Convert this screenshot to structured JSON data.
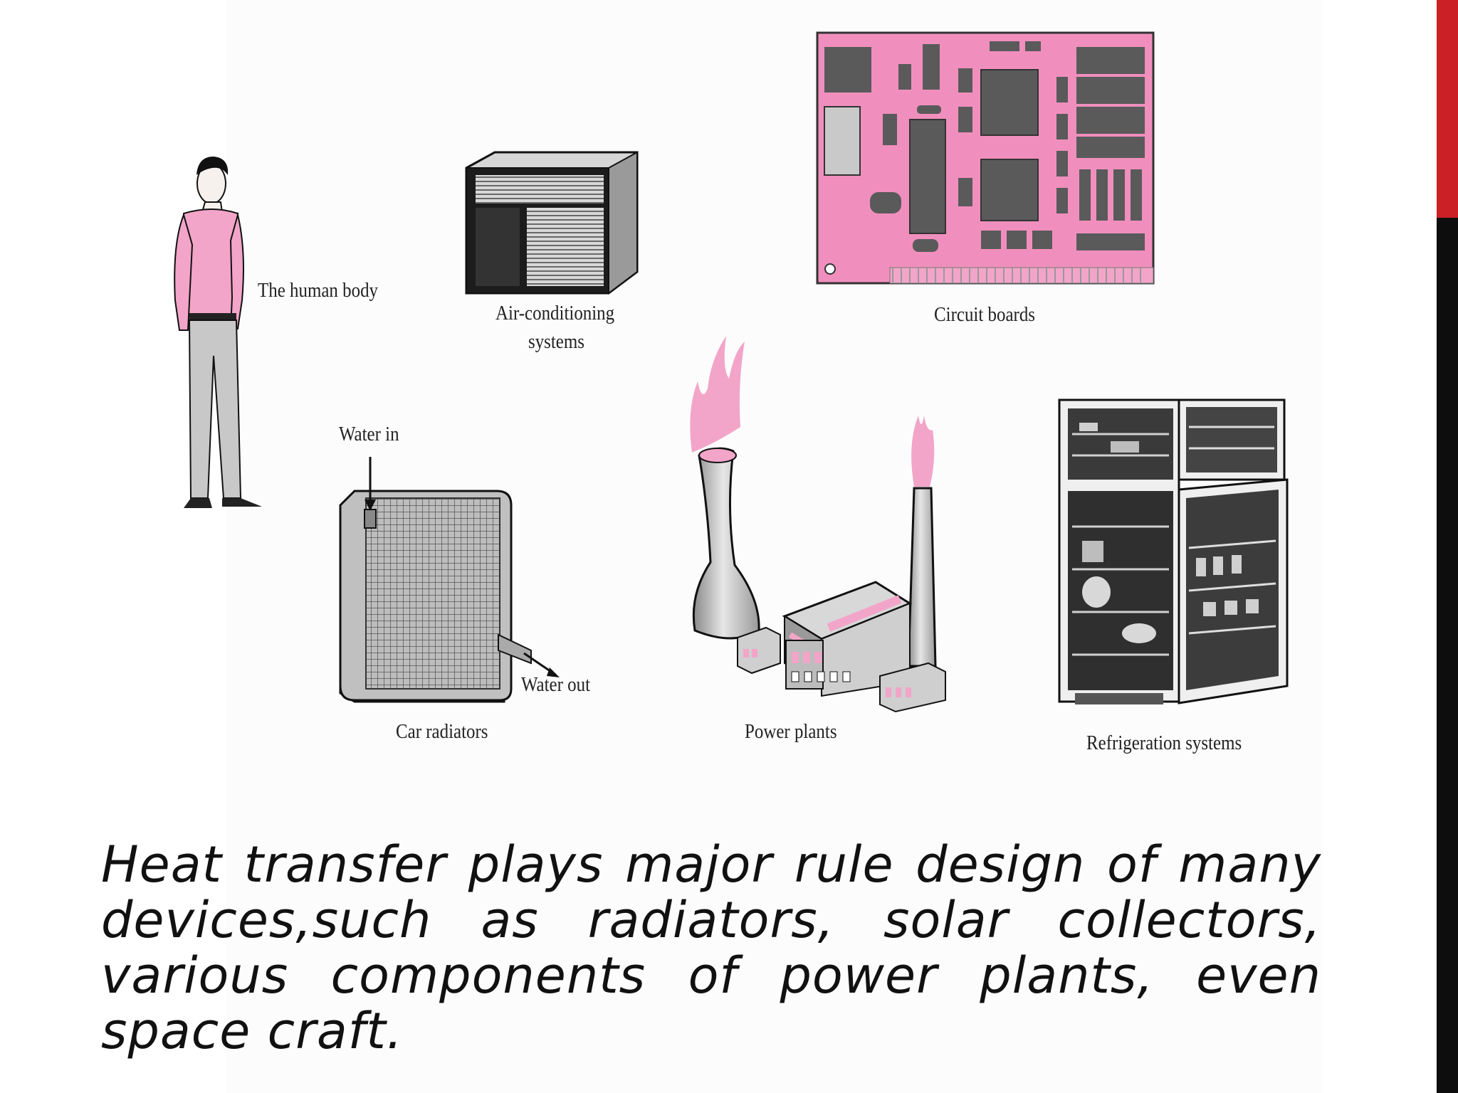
{
  "diagram": {
    "labels": {
      "human_body": "The human body",
      "air_conditioning_line1": "Air-conditioning",
      "air_conditioning_line2": "systems",
      "circuit_boards": "Circuit boards",
      "water_in": "Water in",
      "water_out": "Water out",
      "car_radiators": "Car radiators",
      "power_plants": "Power plants",
      "refrigeration_systems": "Refrigeration systems"
    },
    "colors": {
      "highlight_pink": "#f2a5c8",
      "board_pink": "#f08fbd",
      "chip_gray": "#5a5a5a",
      "metal_gray": "#b8b8b8",
      "slide_red": "#cc2027",
      "slide_black": "#0d0d0d"
    }
  },
  "caption": {
    "text": "Heat transfer plays major rule design of many devices,such as radiators, solar collectors, various components of power plants, even space craft."
  }
}
